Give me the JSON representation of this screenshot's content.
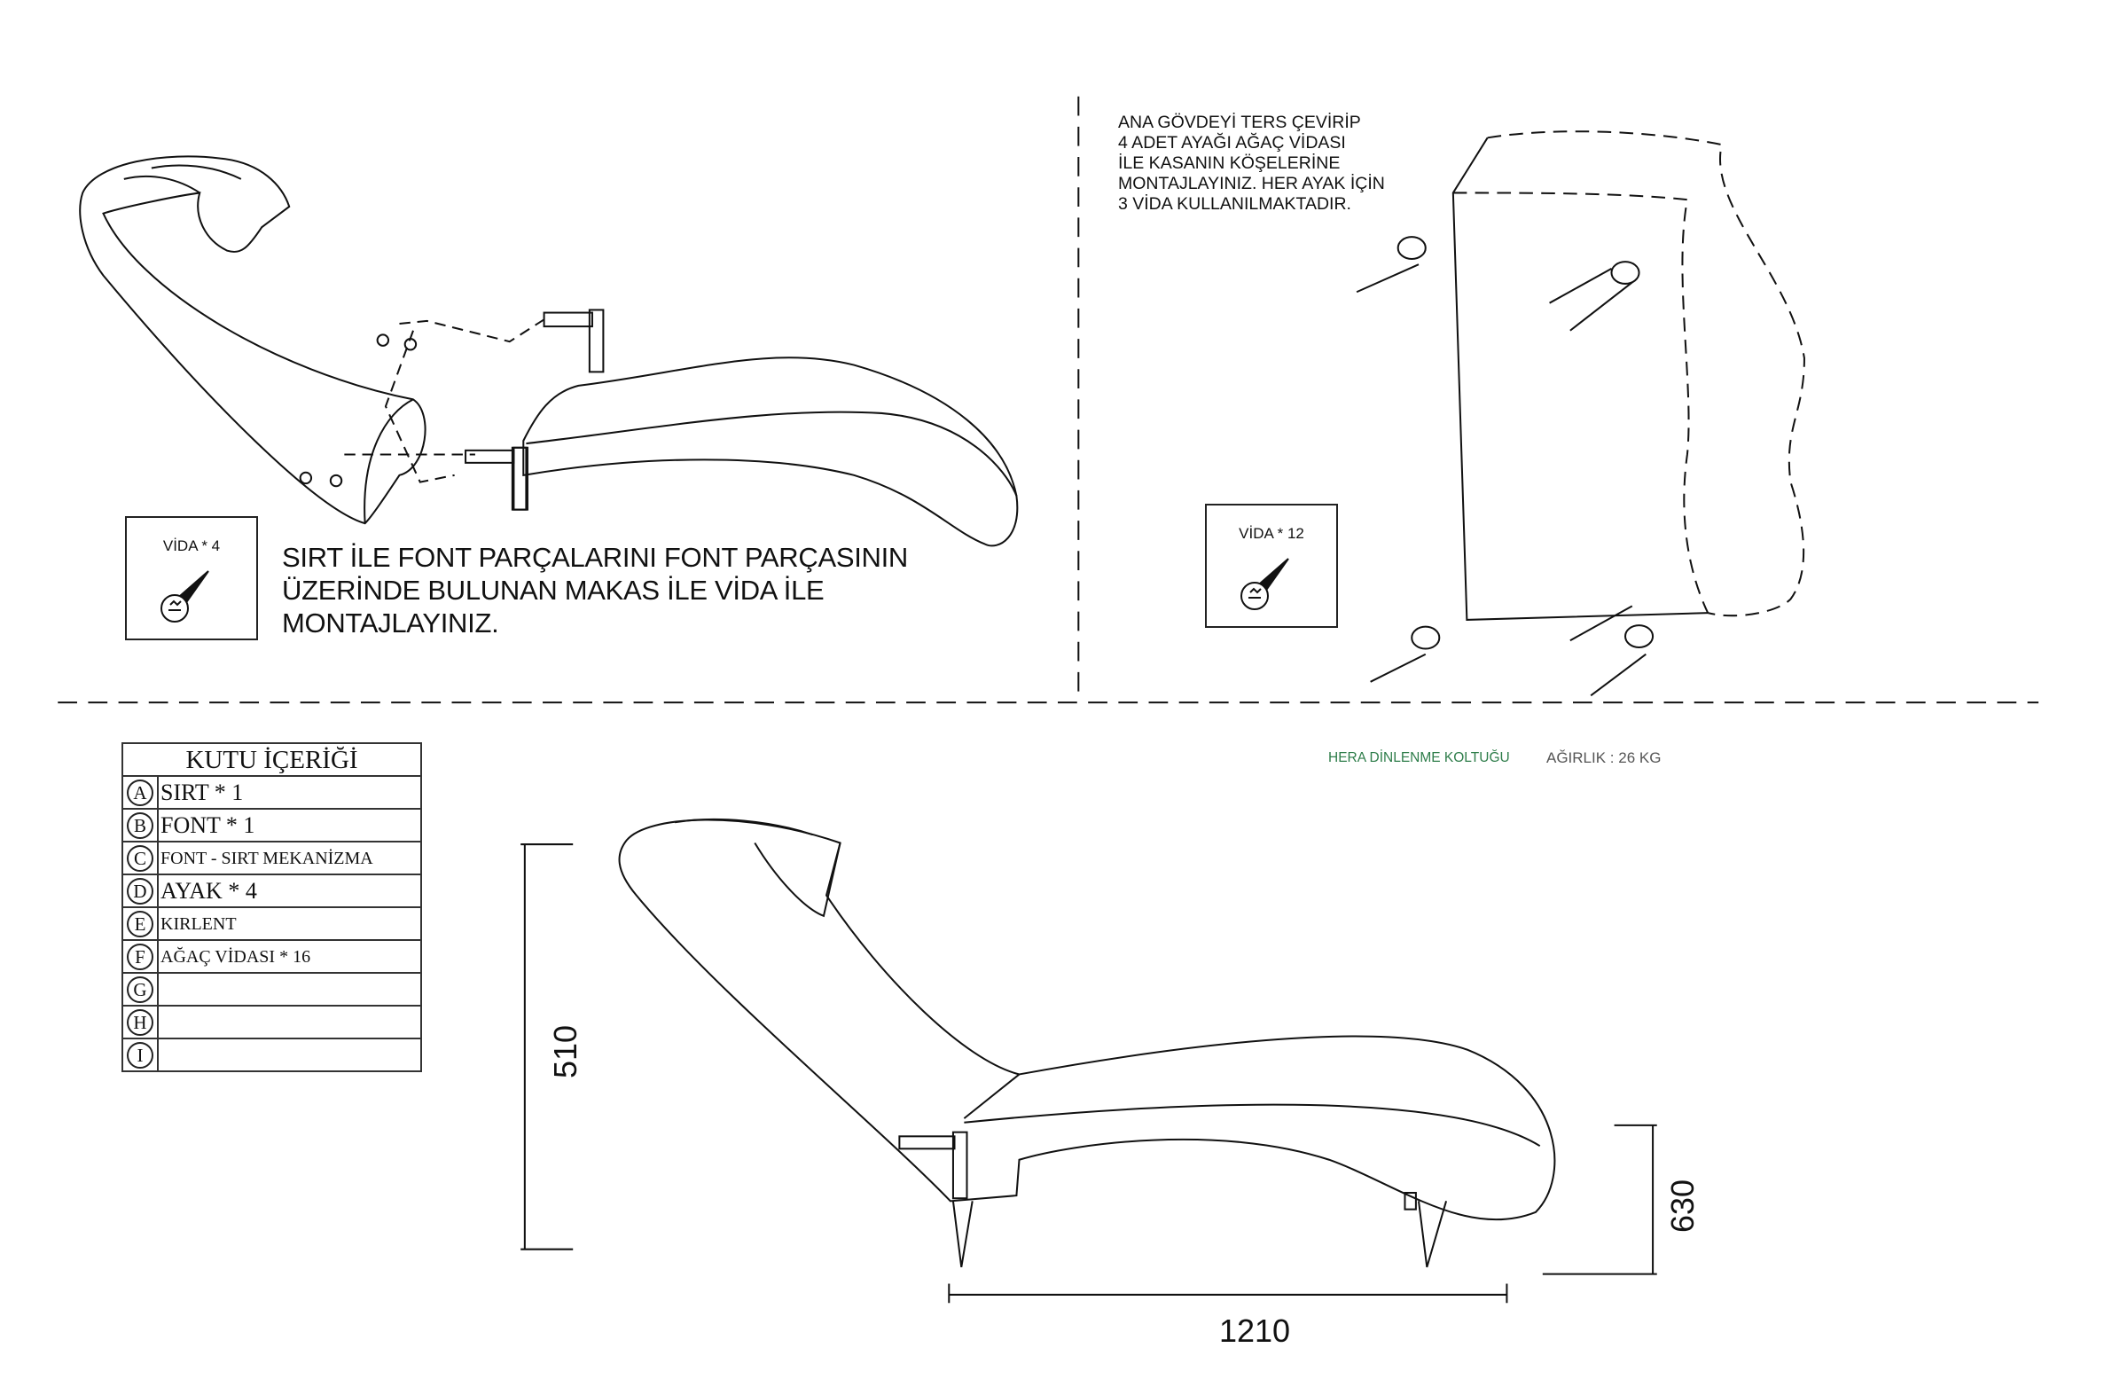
{
  "step1": {
    "instruction_lines": [
      "SIRT İLE FONT PARÇALARINI FONT PARÇASININ",
      "ÜZERİNDE BULUNAN MAKAS İLE VİDA İLE",
      "MONTAJLAYINIZ."
    ],
    "screw_label": "VİDA * 4",
    "screw_icon": "screw-icon"
  },
  "step2": {
    "instruction_lines": [
      "ANA GÖVDEYİ TERS ÇEVİRİP",
      "4 ADET AYAĞI AĞAÇ VİDASI",
      "İLE KASANIN KÖŞELERİNE",
      "MONTAJLAYINIZ. HER AYAK İÇİN",
      "3 VİDA KULLANILMAKTADIR."
    ],
    "screw_label": "VİDA * 12",
    "screw_icon": "screw-icon"
  },
  "box_contents": {
    "title": "KUTU İÇERİĞİ",
    "items": [
      {
        "letter": "A",
        "label": "SIRT * 1"
      },
      {
        "letter": "B",
        "label": "FONT * 1"
      },
      {
        "letter": "C",
        "label": "FONT - SIRT MEKANİZMA"
      },
      {
        "letter": "D",
        "label": "AYAK * 4"
      },
      {
        "letter": "E",
        "label": "KIRLENT"
      },
      {
        "letter": "F",
        "label": "AĞAÇ VİDASI * 16"
      },
      {
        "letter": "G",
        "label": ""
      },
      {
        "letter": "H",
        "label": ""
      },
      {
        "letter": "I",
        "label": ""
      }
    ]
  },
  "product": {
    "name": "HERA DİNLENME KOLTUĞU",
    "weight": "AĞIRLIK : 26 KG",
    "name_color": "#2e7d4a"
  },
  "dimensions": {
    "height_back": "510",
    "height_total": "630",
    "length": "1210"
  }
}
